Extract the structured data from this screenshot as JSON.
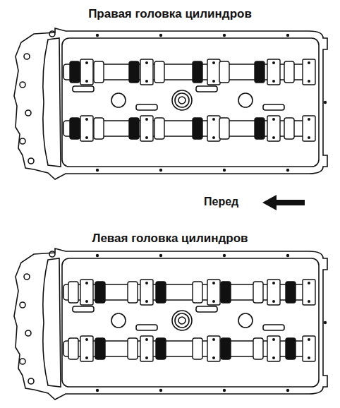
{
  "diagram": {
    "labels": [
      "Правая головка цилиндров",
      "Перед",
      "Левая головка цилиндров"
    ]
  }
}
